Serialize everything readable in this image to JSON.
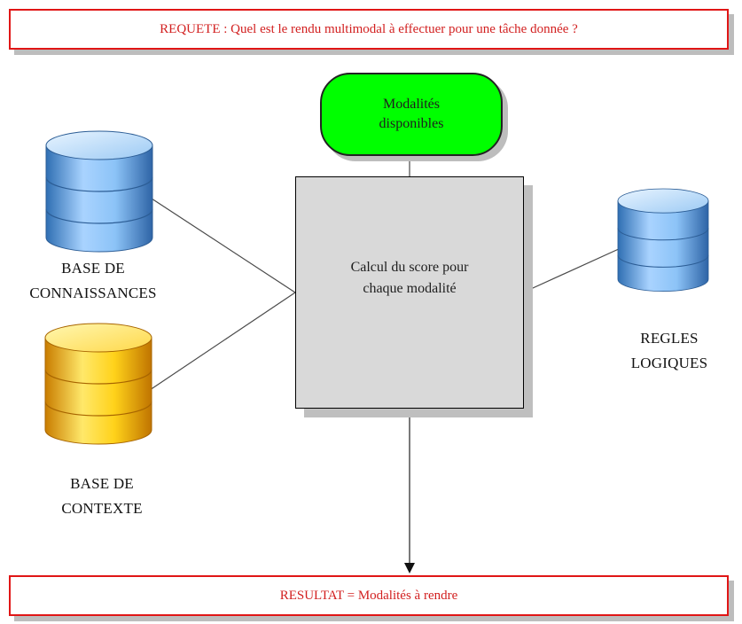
{
  "query": {
    "text": "REQUETE : Quel est le rendu multimodal à effectuer pour une tâche donnée ?"
  },
  "modalities": {
    "line1": "Modalités",
    "line2": "disponibles"
  },
  "process": {
    "line1": "Calcul du score pour",
    "line2": "chaque modalité"
  },
  "knowledge_base": {
    "line1": "BASE DE",
    "line2": "CONNAISSANCES",
    "color": "#7ab6ee"
  },
  "context_base": {
    "line1": "BASE DE",
    "line2": "CONTEXTE",
    "color": "#ffd21a"
  },
  "logic_rules": {
    "line1": "REGLES",
    "line2": "LOGIQUES",
    "color": "#7ab6ee"
  },
  "result": {
    "text": "RESULTAT = Modalités à rendre"
  },
  "colors": {
    "banner_border": "#e01616",
    "banner_text": "#d21f1f",
    "pill_fill": "#00ff00",
    "box_fill": "#d9d9d9"
  }
}
